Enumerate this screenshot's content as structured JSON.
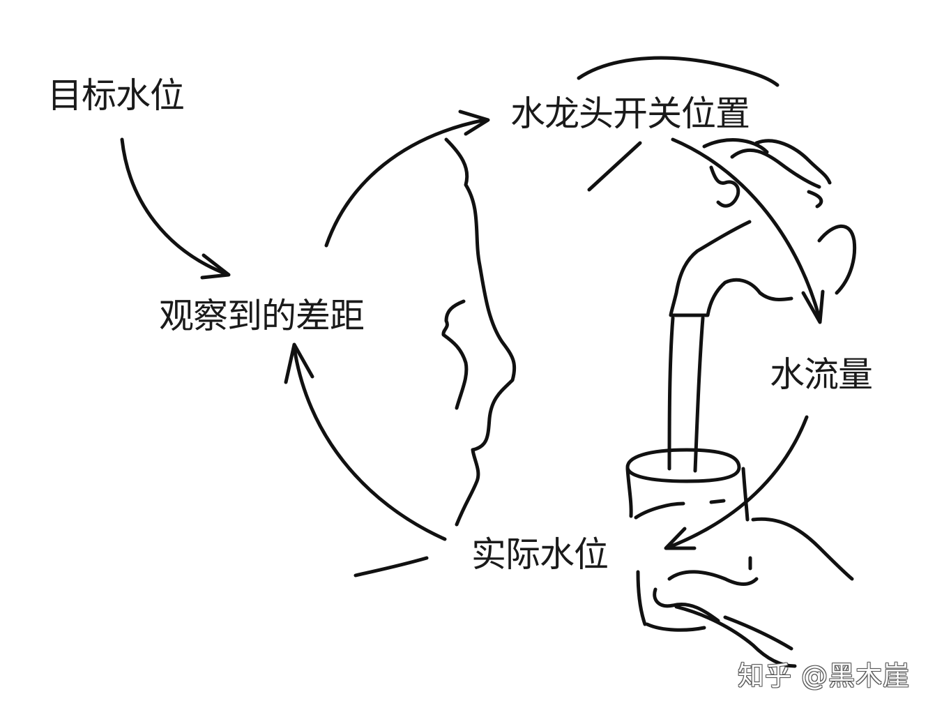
{
  "labels": {
    "target_level": "目标水位",
    "faucet_position": "水龙头开关位置",
    "observed_gap": "观察到的差距",
    "water_flow": "水流量",
    "actual_level": "实际水位"
  },
  "watermark": "知乎 @黑木崖",
  "colors": {
    "ink": "#111111",
    "background": "#ffffff"
  },
  "flow": [
    [
      "target_level",
      "observed_gap"
    ],
    [
      "observed_gap",
      "faucet_position"
    ],
    [
      "faucet_position",
      "water_flow"
    ],
    [
      "water_flow",
      "actual_level"
    ],
    [
      "actual_level",
      "observed_gap"
    ]
  ]
}
